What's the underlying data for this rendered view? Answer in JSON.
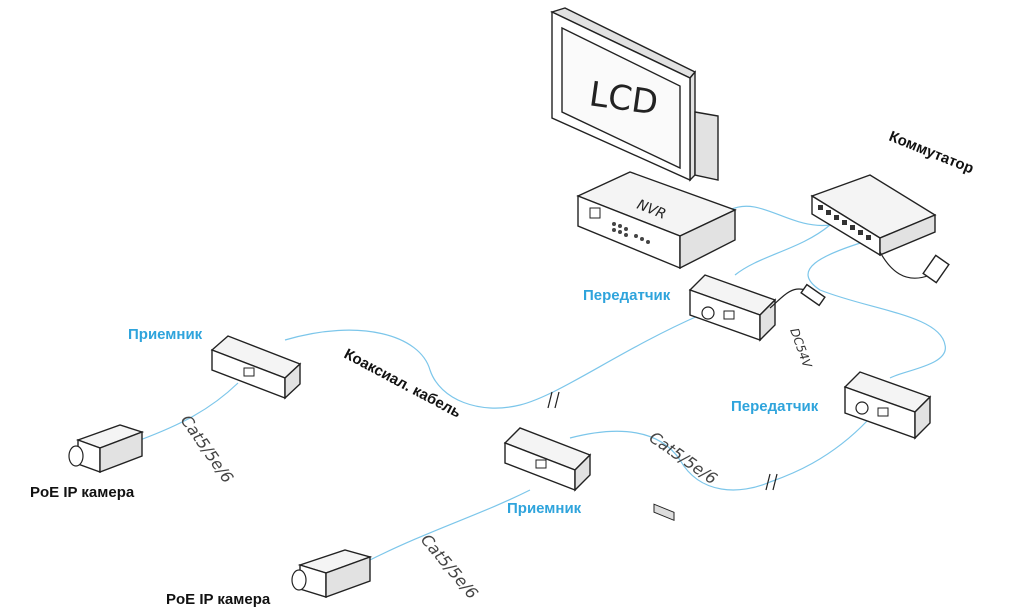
{
  "monitor": {
    "label": "LCD"
  },
  "nvr": {
    "label": "NVR"
  },
  "switch": {
    "label": "Коммутатор"
  },
  "transmitters": [
    {
      "label": "Передатчик",
      "power": "DC54V"
    },
    {
      "label": "Передатчик"
    }
  ],
  "receivers": [
    {
      "label": "Приемник"
    },
    {
      "label": "Приемник"
    }
  ],
  "coax": {
    "label": "Коаксиал. кабель"
  },
  "cat_cables": [
    {
      "label": "Cat5/5e/6"
    },
    {
      "label": "Cat5/5e/6"
    },
    {
      "label": "Cat5/5e/6"
    }
  ],
  "cameras": [
    {
      "label": "PoE IP камера"
    },
    {
      "label": "PoE IP камера"
    }
  ]
}
